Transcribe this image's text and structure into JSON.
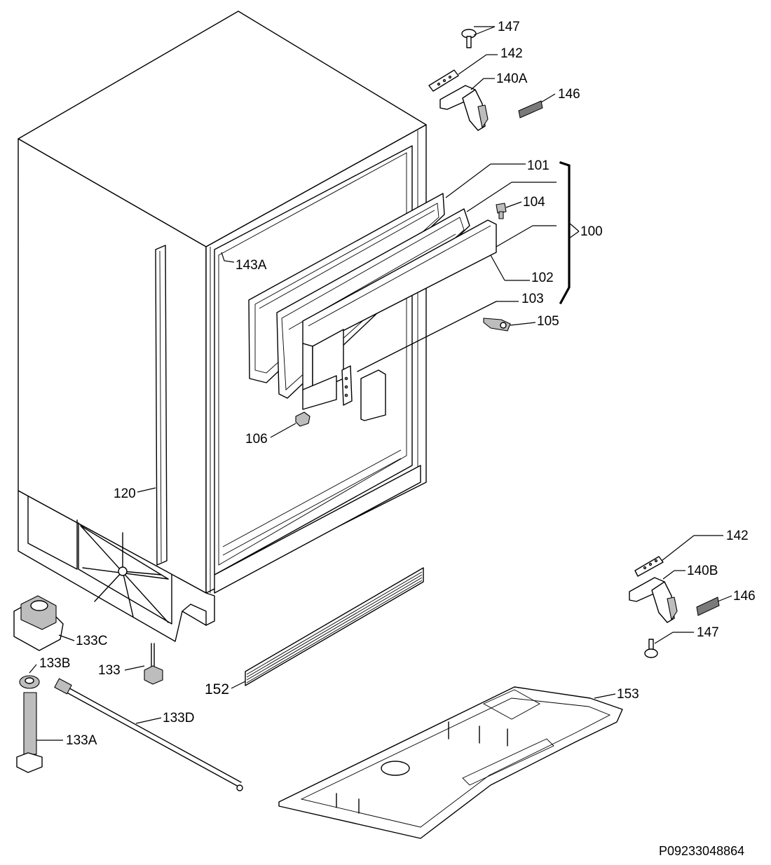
{
  "labels": {
    "p100": "100",
    "p101": "101",
    "p102": "102",
    "p103": "103",
    "p104": "104",
    "p105": "105",
    "p106": "106",
    "p120": "120",
    "p133": "133",
    "p133A": "133A",
    "p133B": "133B",
    "p133C": "133C",
    "p133D": "133D",
    "p140A": "140A",
    "p140B": "140B",
    "p142a": "142",
    "p142b": "142",
    "p143A": "143A",
    "p146a": "146",
    "p146b": "146",
    "p147a": "147",
    "p147b": "147",
    "p152": "152",
    "p153": "153"
  },
  "reference_code": "P09233048864"
}
